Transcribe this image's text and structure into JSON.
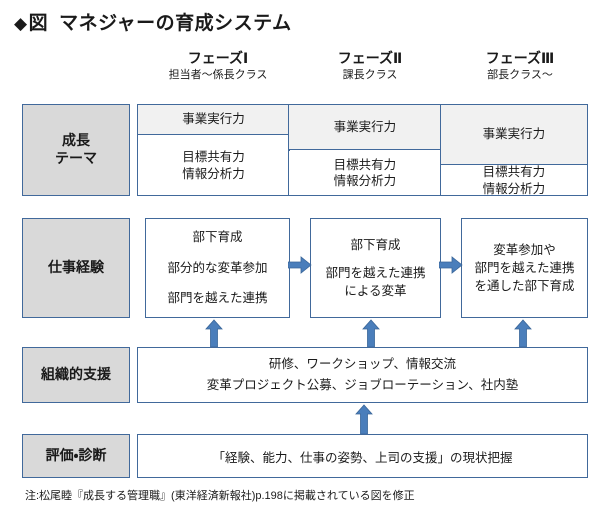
{
  "title": {
    "diamond": "◆",
    "label": "図",
    "main": "マネジャーの育成システム"
  },
  "phases": [
    {
      "name": "フェーズⅠ",
      "subtitle": "担当者〜係長クラス"
    },
    {
      "name": "フェーズⅡ",
      "subtitle": "課長クラス"
    },
    {
      "name": "フェーズⅢ",
      "subtitle": "部長クラス〜"
    }
  ],
  "rows": [
    {
      "label_line1": "成長",
      "label_line2": "テーマ"
    },
    {
      "label_line1": "仕事経験",
      "label_line2": ""
    },
    {
      "label_line1": "組織的支援",
      "label_line2": ""
    },
    {
      "label_line1": "評価・診断",
      "label_line2": ""
    }
  ],
  "growth_theme": {
    "columns": [
      {
        "top": "事業実行力",
        "bottom_line1": "目標共有力",
        "bottom_line2": "情報分析力",
        "top_share_percent": 33
      },
      {
        "top": "事業実行力",
        "bottom_line1": "目標共有力",
        "bottom_line2": "情報分析力",
        "top_share_percent": 50
      },
      {
        "top": "事業実行力",
        "bottom_line1": "目標共有力",
        "bottom_line2": "情報分析力",
        "top_share_percent": 67
      }
    ]
  },
  "work_experience": {
    "boxes": [
      {
        "lines": [
          "部下育成",
          "部分的な変革参加",
          "部門を越えた連携"
        ]
      },
      {
        "lines": [
          "部下育成",
          "部門を越えた連携",
          "による変革"
        ]
      },
      {
        "lines": [
          "変革参加や",
          "部門を越えた連携",
          "を通した部下育成"
        ]
      }
    ]
  },
  "organizational_support": {
    "line1": "研修、ワークショップ、情報交流",
    "line2": "変革プロジェクト公募、ジョブローテーション、社内塾"
  },
  "evaluation": {
    "text": "「経験、能力、仕事の姿勢、上司の支援」の現状把握"
  },
  "footnote": {
    "text": "注:松尾睦『成長する管理職』(東洋経済新報社)p.198に掲載されている図を修正"
  },
  "colors": {
    "border_blue": "#41699b",
    "arrow_blue": "#4a7ebb",
    "label_fill": "#d9d9d9",
    "cell_fill_gray": "#f1f1f1",
    "cell_fill_white": "#ffffff",
    "text": "#1a1a1a"
  }
}
